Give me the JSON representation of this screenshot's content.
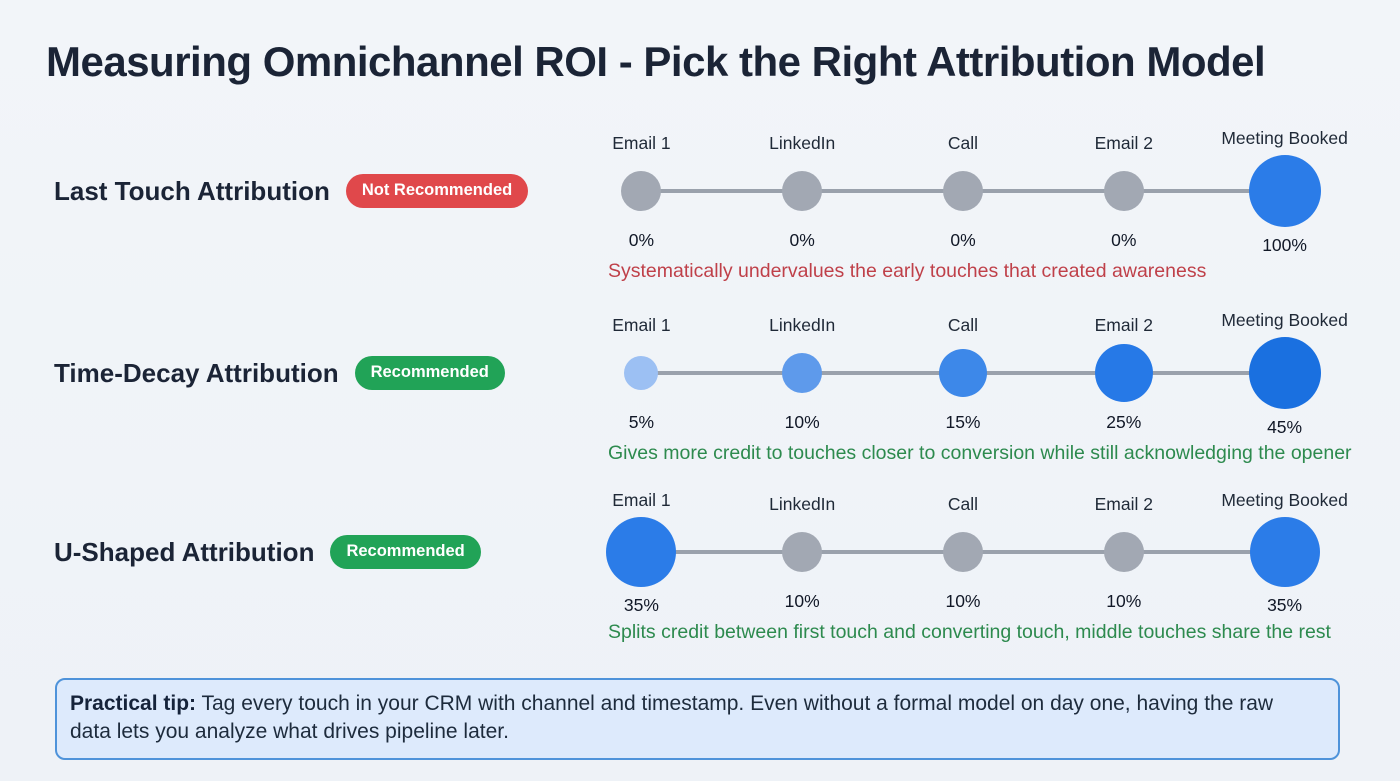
{
  "page": {
    "title": "Measuring Omnichannel ROI - Pick the Right Attribution Model",
    "background": "#f1f4f8"
  },
  "colors": {
    "title_text": "#1b2436",
    "gray_node": "#a2a8b3",
    "connector_line": "#9aa1ac",
    "badge_red_bg": "#e0484b",
    "badge_green_bg": "#21a357",
    "caption_red": "#bf4049",
    "caption_green": "#2d8a4e",
    "tip_bg": "#ddeafc",
    "tip_border": "#4e93da"
  },
  "models": [
    {
      "name": "Last Touch Attribution",
      "badge": {
        "label": "Not Recommended",
        "type": "red"
      },
      "caption": "Systematically undervalues the early touches that created awareness",
      "caption_color": "#bf4049",
      "nodes": [
        {
          "label": "Email 1",
          "pct": "0%",
          "size": 40,
          "color": "#a2a8b3"
        },
        {
          "label": "LinkedIn",
          "pct": "0%",
          "size": 40,
          "color": "#a2a8b3"
        },
        {
          "label": "Call",
          "pct": "0%",
          "size": 40,
          "color": "#a2a8b3"
        },
        {
          "label": "Email 2",
          "pct": "0%",
          "size": 40,
          "color": "#a2a8b3"
        },
        {
          "label": "Meeting Booked",
          "pct": "100%",
          "size": 72,
          "color": "#2b7ce8"
        }
      ]
    },
    {
      "name": "Time-Decay Attribution",
      "badge": {
        "label": "Recommended",
        "type": "green"
      },
      "caption": "Gives more credit to touches closer to conversion while still acknowledging the opener",
      "caption_color": "#2d8a4e",
      "nodes": [
        {
          "label": "Email 1",
          "pct": "5%",
          "size": 34,
          "color": "#9cc0f3"
        },
        {
          "label": "LinkedIn",
          "pct": "10%",
          "size": 40,
          "color": "#5e9aeb"
        },
        {
          "label": "Call",
          "pct": "15%",
          "size": 48,
          "color": "#3d88e9"
        },
        {
          "label": "Email 2",
          "pct": "25%",
          "size": 58,
          "color": "#2679e7"
        },
        {
          "label": "Meeting Booked",
          "pct": "45%",
          "size": 72,
          "color": "#1a70e0"
        }
      ]
    },
    {
      "name": "U-Shaped Attribution",
      "badge": {
        "label": "Recommended",
        "type": "green"
      },
      "caption": "Splits credit between first touch and converting touch, middle touches share the rest",
      "caption_color": "#2d8a4e",
      "nodes": [
        {
          "label": "Email 1",
          "pct": "35%",
          "size": 70,
          "color": "#2b7ce8"
        },
        {
          "label": "LinkedIn",
          "pct": "10%",
          "size": 40,
          "color": "#a2a8b3"
        },
        {
          "label": "Call",
          "pct": "10%",
          "size": 40,
          "color": "#a2a8b3"
        },
        {
          "label": "Email 2",
          "pct": "10%",
          "size": 40,
          "color": "#a2a8b3"
        },
        {
          "label": "Meeting Booked",
          "pct": "35%",
          "size": 70,
          "color": "#2b7ce8"
        }
      ]
    }
  ],
  "tip": {
    "lead": "Practical tip:",
    "text": " Tag every touch in your CRM with channel and timestamp. Even without a formal model on day one, having the raw data lets you analyze what drives pipeline later."
  }
}
